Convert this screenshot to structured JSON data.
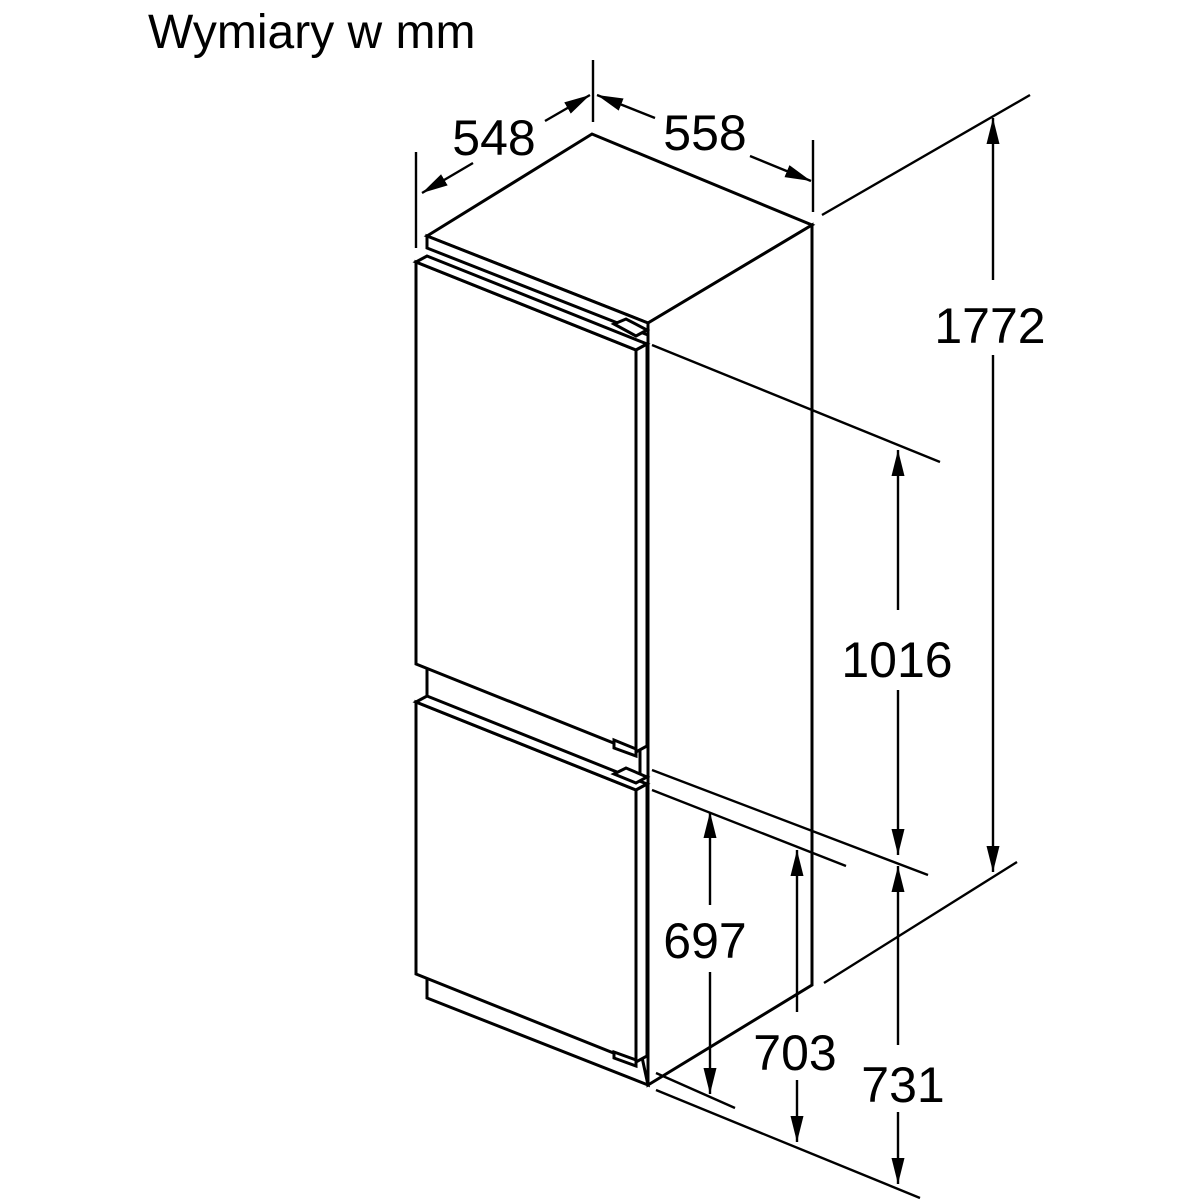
{
  "title": "Wymiary w mm",
  "dimensions": {
    "depth": "548",
    "width": "558",
    "total_height": "1772",
    "upper_door_height": "1016",
    "lower_door_height": "697",
    "lower_niche_height_a": "703",
    "lower_niche_height_b": "731"
  },
  "colors": {
    "line": "#000000",
    "background": "#ffffff"
  }
}
